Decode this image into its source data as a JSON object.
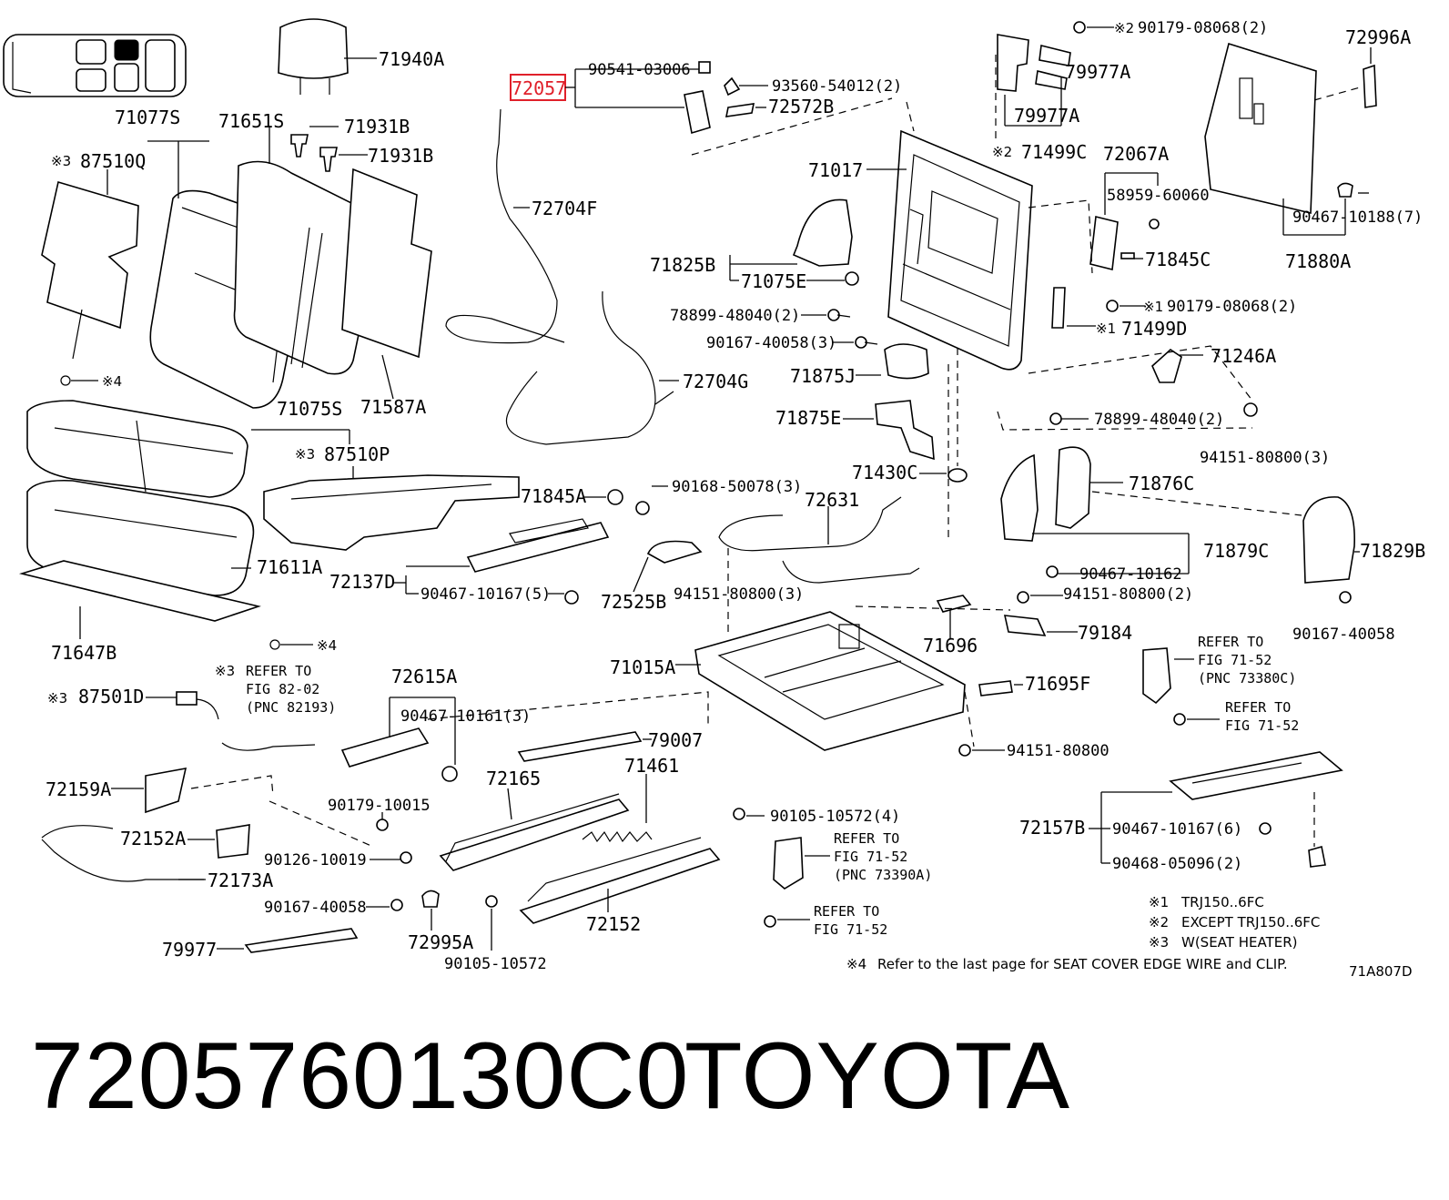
{
  "highlighted_part": "72057",
  "labels": {
    "l71940A": "71940A",
    "l71077S": "71077S",
    "l71651S": "71651S",
    "l71931B_1": "71931B",
    "l71931B_2": "71931B",
    "l87510Q": "87510Q",
    "l71587A": "71587A",
    "l71075S": "71075S",
    "l87510P": "87510P",
    "l71611A": "71611A",
    "l71647B": "71647B",
    "l72057": "72057",
    "l90541": "90541-03006",
    "l93560": "93560-54012(2)",
    "l72572B": "72572B",
    "l72704F": "72704F",
    "l72704G": "72704G",
    "l71845A": "71845A",
    "l90168": "90168-50078(3)",
    "l72631": "72631",
    "l72137D": "72137D",
    "l90467_5": "90467-10167(5)",
    "l72525B": "72525B",
    "l94151_3a": "94151-80800(3)",
    "l71017": "71017",
    "l71825B": "71825B",
    "l71075E": "71075E",
    "l78899_2a": "78899-48040(2)",
    "l90167_3": "90167-40058(3)",
    "l71875J": "71875J",
    "l71875E": "71875E",
    "l71430C": "71430C",
    "l90179_2top": "90179-08068(2)",
    "l79977A_1": "79977A",
    "l79977A_2": "79977A",
    "l71499C": "71499C",
    "l72067A": "72067A",
    "l58959": "58959-60060",
    "l71845C": "71845C",
    "l90179_2mid": "90179-08068(2)",
    "l71499D": "71499D",
    "l72996A": "72996A",
    "l90467_7": "90467-10188(7)",
    "l71880A": "71880A",
    "l71246A": "71246A",
    "l78899_2b": "78899-48040(2)",
    "l94151_3b": "94151-80800(3)",
    "l71876C": "71876C",
    "l71879C": "71879C",
    "l90467_10162": "90467-10162",
    "l71829B": "71829B",
    "l90167_40058r": "90167-40058",
    "l94151_2": "94151-80800(2)",
    "l79184": "79184",
    "l71696": "71696",
    "l71015A": "71015A",
    "l71695F": "71695F",
    "l94151_single": "94151-80800",
    "l72615A": "72615A",
    "l90467_10161": "90467-10161(3)",
    "l79007": "79007",
    "l72165": "72165",
    "l71461": "71461",
    "l87501D": "87501D",
    "l72159A": "72159A",
    "l90179_10015": "90179-10015",
    "l90126": "90126-10019",
    "l72152A": "72152A",
    "l72173A": "72173A",
    "l90167_40058b": "90167-40058",
    "l72995A": "72995A",
    "l90105_10572": "90105-10572",
    "l79977": "79977",
    "l90105_4": "90105-10572(4)",
    "l72152": "72152",
    "l72157B": "72157B",
    "l90467_6": "90467-10167(6)",
    "l90468": "90468-05096(2)"
  },
  "marks": {
    "m1": "※1",
    "m2": "※2",
    "m3": "※3",
    "m4": "※4"
  },
  "refer": {
    "r82_1": "REFER TO",
    "r82_2": "FIG 82-02",
    "r82_3": "(PNC 82193)",
    "r73380_1": "REFER TO",
    "r73380_2": "FIG 71-52",
    "r73380_3": "(PNC 73380C)",
    "r7152a_1": "REFER TO",
    "r7152a_2": "FIG 71-52",
    "r73390_1": "REFER TO",
    "r73390_2": "FIG 71-52",
    "r73390_3": "(PNC 73390A)",
    "r7152b_1": "REFER TO",
    "r7152b_2": "FIG 71-52"
  },
  "notes": {
    "n1": "TRJ150..6FC",
    "n2": "EXCEPT TRJ150..6FC",
    "n3": "W(SEAT  HEATER)",
    "n4": "Refer to the last page for SEAT COVER EDGE WIRE and CLIP."
  },
  "figure_code": "71A807D",
  "footer": {
    "part_number": "7205760130C0",
    "brand": "TOYOTA"
  }
}
